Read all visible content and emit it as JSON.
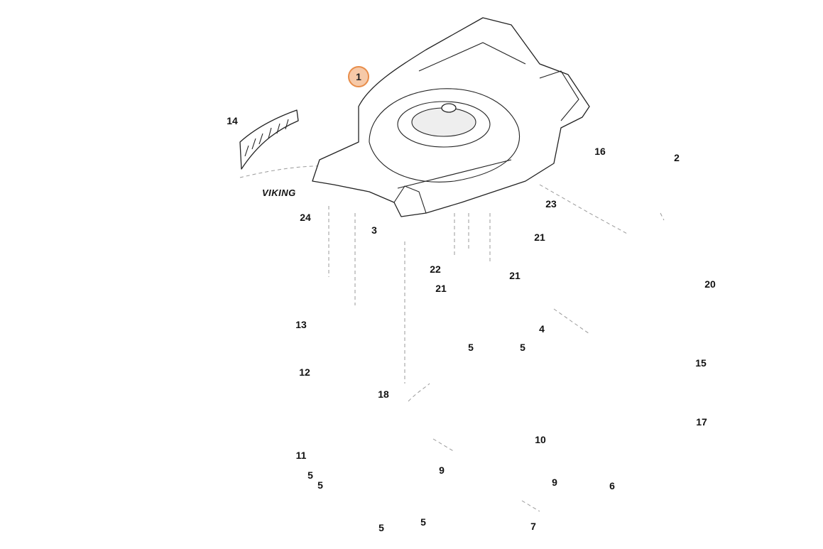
{
  "highlighted_part": "1",
  "logo_text": "VIKING",
  "callouts": {
    "c1": "1",
    "c2": "2",
    "c3": "3",
    "c4": "4",
    "c5a": "5",
    "c5b": "5",
    "c5c": "5",
    "c5d": "5",
    "c5e": "5",
    "c5f": "5",
    "c6": "6",
    "c7": "7",
    "c9a": "9",
    "c9b": "9",
    "c10": "10",
    "c11": "11",
    "c12": "12",
    "c13": "13",
    "c14": "14",
    "c15": "15",
    "c16": "16",
    "c17": "17",
    "c18": "18",
    "c20": "20",
    "c21a": "21",
    "c21b": "21",
    "c21c": "21",
    "c22": "22",
    "c23": "23",
    "c24": "24"
  },
  "colors": {
    "highlight_fill": "#f6c9a8",
    "highlight_stroke": "#e88d4a",
    "line": "#222222"
  },
  "icons": [
    "mower-housing-icon",
    "wheel-icon",
    "screw-icon"
  ]
}
